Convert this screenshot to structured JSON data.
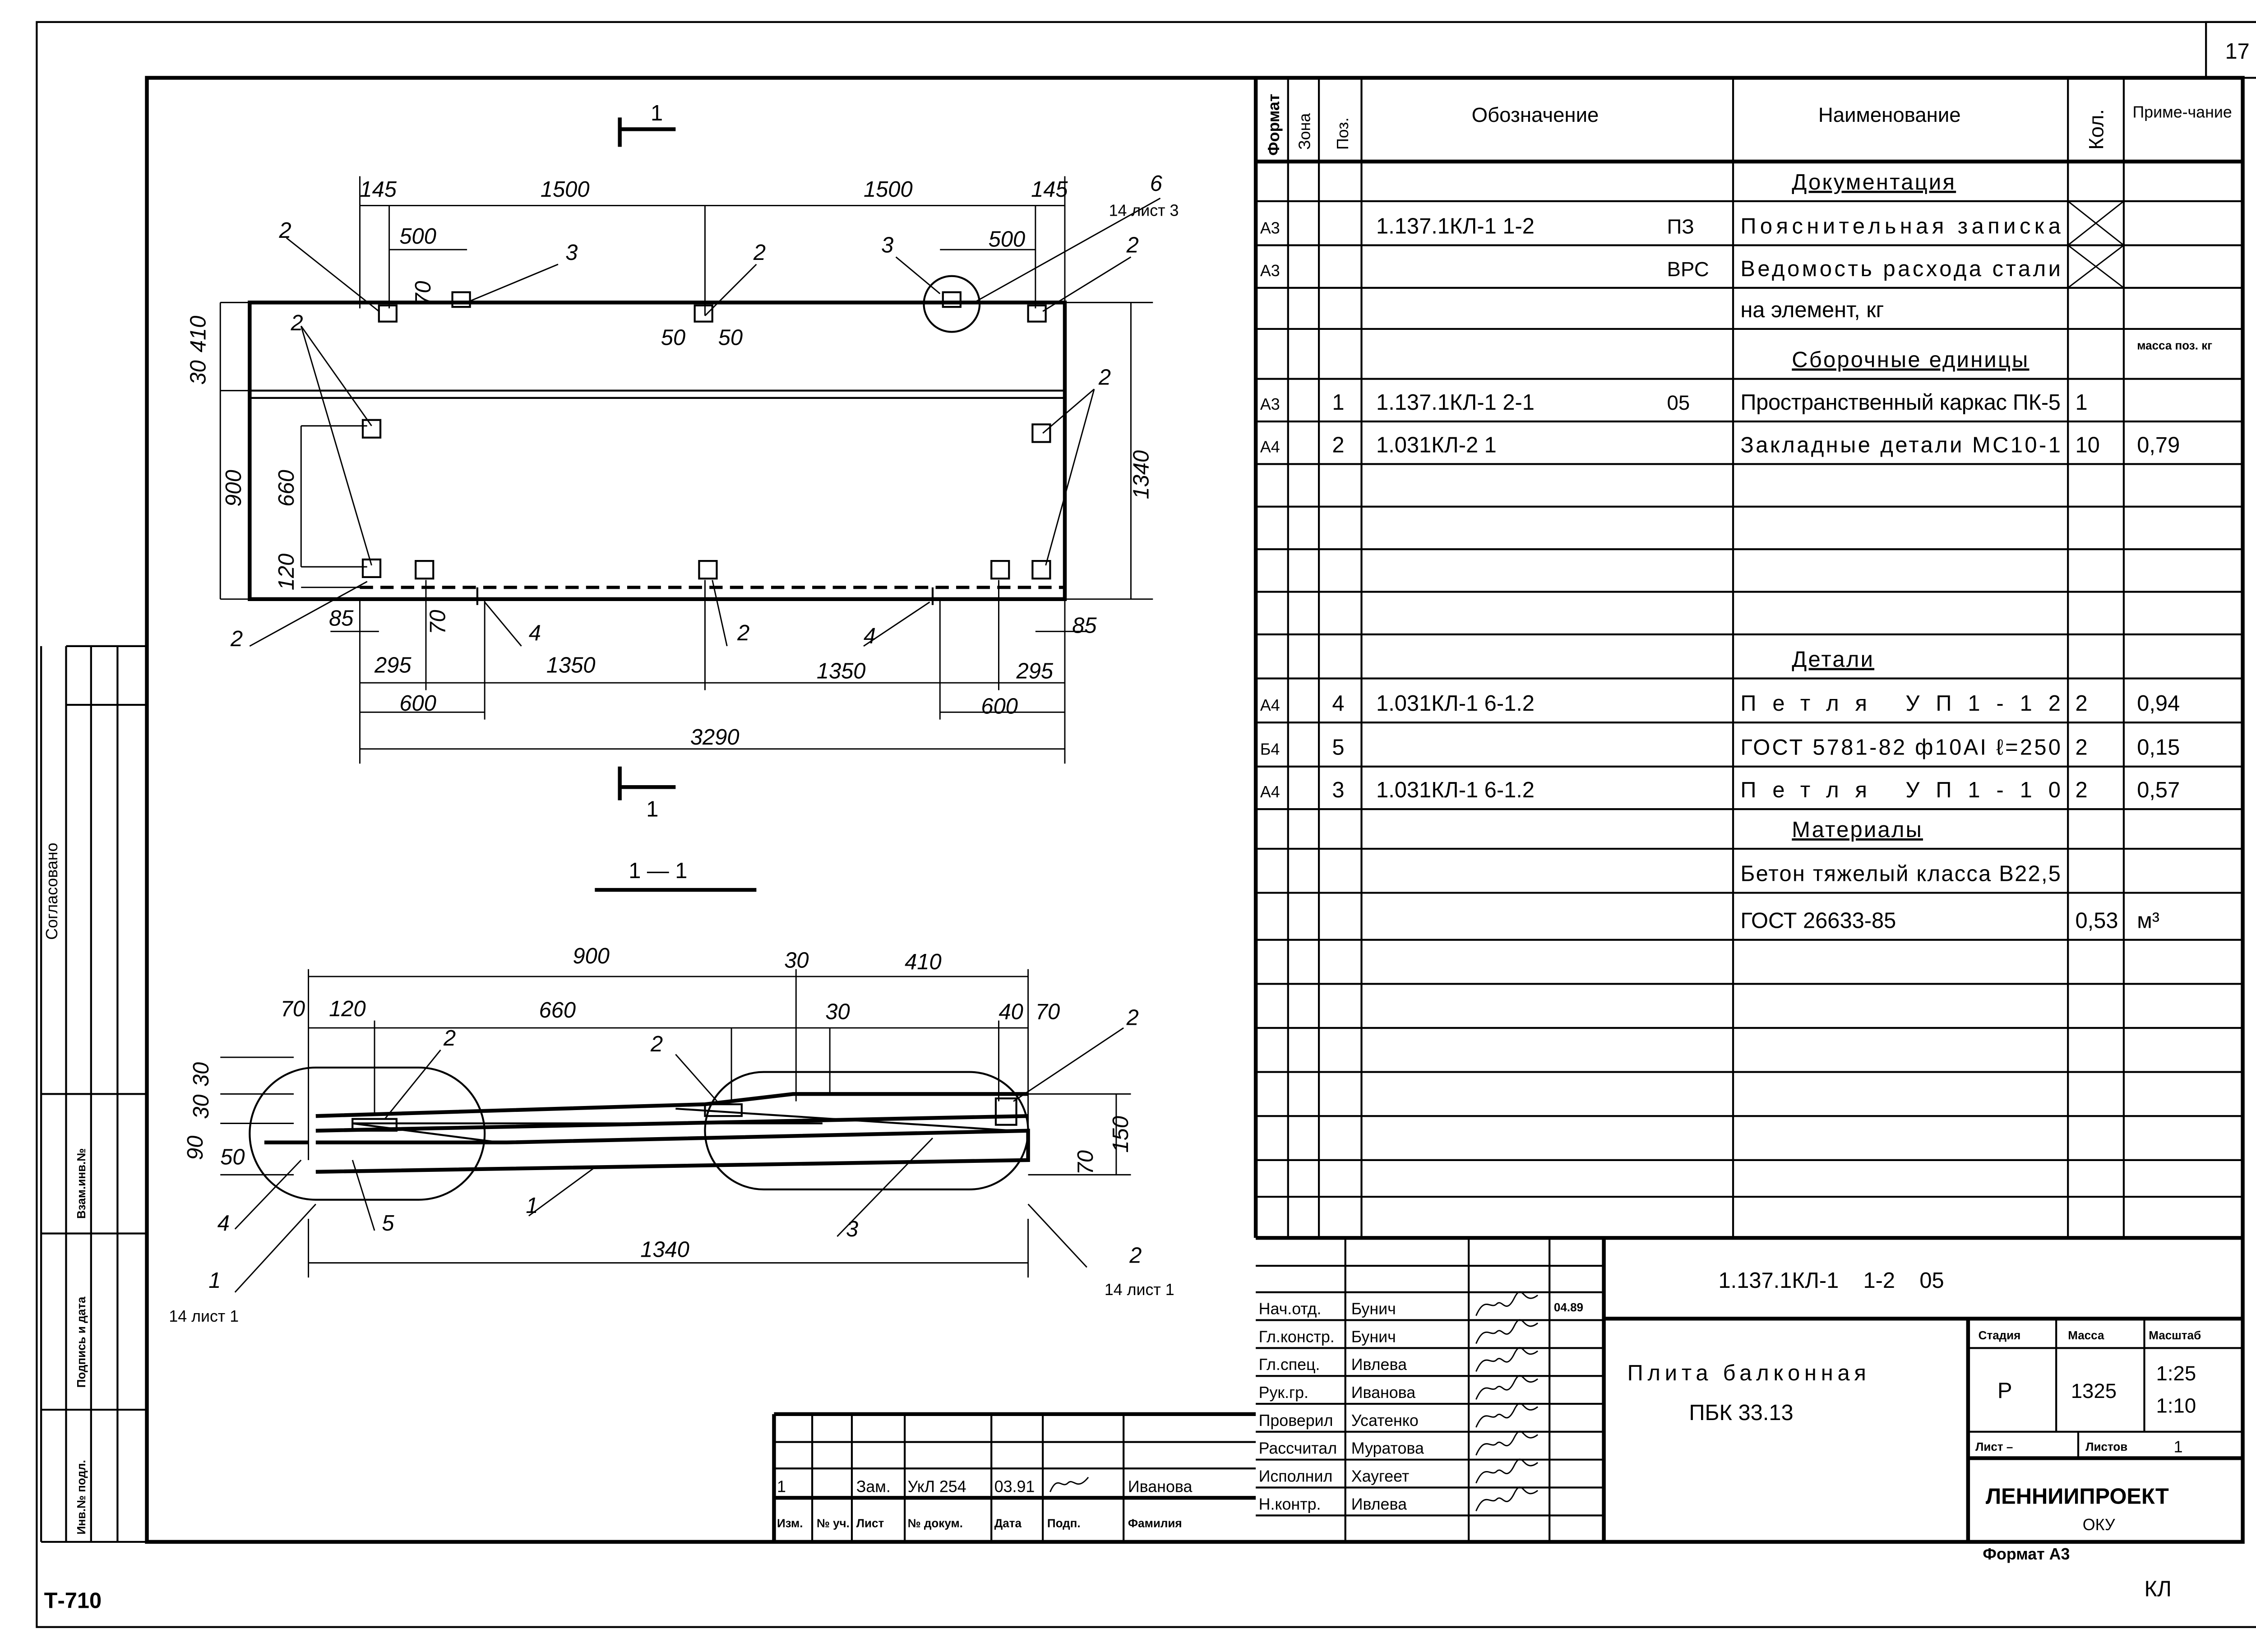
{
  "sheet_number": "17",
  "stamp": {
    "agreed": "Согласовано",
    "replace_inv": "Взам.инв.№",
    "signature_date": "Подпись и дата",
    "orig_inv": "Инв.№ подл."
  },
  "form_code": "Т-710",
  "format_label": "Формат А3",
  "corner_mark": "КЛ",
  "plan": {
    "section_mark": "1",
    "dims": [
      "145",
      "1500",
      "1500",
      "145",
      "500",
      "500",
      "70",
      "50",
      "50",
      "30",
      "410",
      "900",
      "660",
      "120",
      "1340",
      "85",
      "85",
      "70",
      "295",
      "1350",
      "1350",
      "295",
      "600",
      "600",
      "3290"
    ],
    "callouts": [
      "2",
      "3",
      "2",
      "3",
      "6",
      "14 лист 3",
      "2",
      "2",
      "2",
      "2",
      "2",
      "4",
      "4"
    ]
  },
  "section": {
    "title": "1 — 1",
    "dims": [
      "900",
      "30",
      "410",
      "70",
      "120",
      "660",
      "30",
      "40",
      "70",
      "30",
      "30",
      "90",
      "50",
      "70",
      "150",
      "1340"
    ],
    "callouts": [
      "2",
      "2",
      "2",
      "4",
      "5",
      "1",
      "3",
      "1",
      "14 лист 1",
      "2",
      "14 лист 1"
    ]
  },
  "spec": {
    "headers": {
      "format": "Формат",
      "zone": "Зона",
      "pos": "Поз.",
      "designation": "Обозначение",
      "name": "Наименование",
      "qty": "Кол.",
      "note": "Приме-чание"
    },
    "rows": [
      {
        "section": "Документация"
      },
      {
        "format": "А3",
        "designation": "1.137.1КЛ-1   1-2",
        "suffix": "ПЗ",
        "name": "Пояснительная записка",
        "crossed": true
      },
      {
        "format": "А3",
        "suffix": "ВРС",
        "name": "Ведомость расхода стали",
        "crossed": true
      },
      {
        "name": "на элемент, кг"
      },
      {
        "section": "Сборочные единицы",
        "note": "масса поз. кг"
      },
      {
        "format": "А3",
        "pos": "1",
        "designation": "1.137.1КЛ-1   2-1",
        "suffix": "05",
        "name": "Пространственный каркас ПК-5",
        "qty": "1"
      },
      {
        "format": "А4",
        "pos": "2",
        "designation": "1.031КЛ-2   1",
        "name": "Закладные детали  МС10-1",
        "qty": "10",
        "note": "0,79"
      },
      {},
      {},
      {},
      {},
      {
        "section": "Детали"
      },
      {
        "format": "А4",
        "pos": "4",
        "designation": "1.031КЛ-1    6-1.2",
        "name": "Петля        УП1-12",
        "qty": "2",
        "note": "0,94"
      },
      {
        "format": "Б4",
        "pos": "5",
        "name": "ГОСТ 5781-82  ф10АI  ℓ=250",
        "qty": "2",
        "note": "0,15"
      },
      {
        "format": "А4",
        "pos": "3",
        "designation": "1.031КЛ-1    6-1.2",
        "name": "Петля        УП1-10",
        "qty": "2",
        "note": "0,57"
      },
      {
        "section": "Материалы"
      },
      {
        "name": "Бетон тяжелый класса В22,5"
      },
      {
        "name": "ГОСТ 26633-85",
        "qty": "0,53",
        "note": "м³"
      },
      {},
      {},
      {},
      {},
      {},
      {},
      {}
    ]
  },
  "title_block": {
    "designation": "1.137.1КЛ-1    1-2    05",
    "name_line1": "Плита балконная",
    "name_line2": "ПБК 33.13",
    "stage_label": "Стадия",
    "mass_label": "Масса",
    "scale_label": "Масштаб",
    "stage": "Р",
    "mass": "1325",
    "scale1": "1:25",
    "scale2": "1:10",
    "sheet_label": "Лист –",
    "sheets_label": "Листов",
    "sheets": "1",
    "org": "ЛЕННИИПРОЕКТ",
    "org_sub": "ОКУ",
    "date_first": "04.89",
    "people": [
      {
        "role": "Нач.отд.",
        "name": "Бунич"
      },
      {
        "role": "Гл.констр.",
        "name": "Бунич"
      },
      {
        "role": "Гл.спец.",
        "name": "Ивлева"
      },
      {
        "role": "Рук.гр.",
        "name": "Иванова"
      },
      {
        "role": "Проверил",
        "name": "Усатенко"
      },
      {
        "role": "Рассчитал",
        "name": "Муратова"
      },
      {
        "role": "Исполнил",
        "name": "Хаугеет"
      },
      {
        "role": "Н.контр.",
        "name": "Ивлева"
      }
    ],
    "change_row": [
      "1",
      "",
      "Зам.",
      "УкЛ 254",
      "03.91",
      "",
      "Иванова"
    ],
    "change_headers": [
      "Изм.",
      "№ уч.",
      "Лист",
      "№ докум.",
      "Дата",
      "Подп.",
      "Фамилия"
    ]
  }
}
